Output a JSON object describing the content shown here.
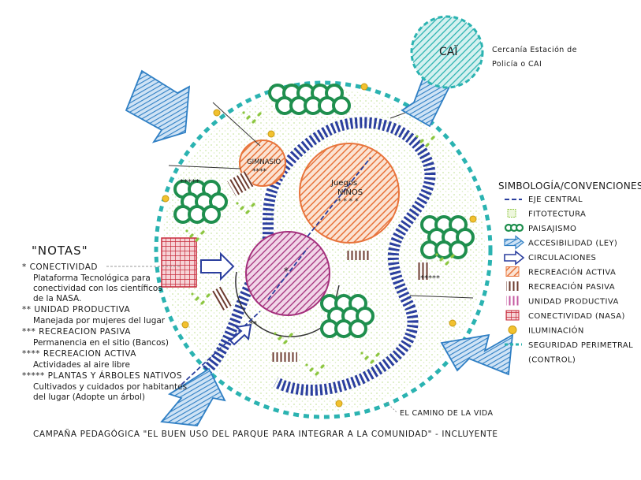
{
  "cai": {
    "label": "CAÏ",
    "note_lines": [
      "Cercanía Estación de",
      "Policía o CAI"
    ]
  },
  "zones": {
    "gimnasio": "GIMNASIO",
    "gimnasio_marks": "****",
    "juegos_line1": "Juegos",
    "juegos_line2": "NIÑOS",
    "juegos_marks": "* * * *",
    "stars_left": "*****",
    "stars_right": "*****",
    "center_marks": "*",
    "green_marks": "**"
  },
  "legend": {
    "title": "SIMBOLOGÍA/CONVENCIONES",
    "items": [
      {
        "label": "EJE CENTRAL",
        "icon": "axis-dash-icon"
      },
      {
        "label": "FITOTECTURA",
        "icon": "dots-square-icon"
      },
      {
        "label": "PAISAJISMO",
        "icon": "tree-clusters-icon"
      },
      {
        "label": "ACCESIBILIDAD (LEY)",
        "icon": "hatched-arrow-icon"
      },
      {
        "label": "CIRCULACIONES",
        "icon": "outline-arrow-icon"
      },
      {
        "label": "RECREACIÓN ACTIVA",
        "icon": "orange-hatch-icon"
      },
      {
        "label": "RECREACIÓN PASIVA",
        "icon": "brown-stripe-icon"
      },
      {
        "label": "UNIDAD PRODUCTIVA",
        "icon": "pink-stripe-icon"
      },
      {
        "label": "CONECTIVIDAD (NASA)",
        "icon": "red-grid-icon"
      },
      {
        "label": "ILUMINACIÓN",
        "icon": "yellow-dot-icon"
      },
      {
        "label": "SEGURIDAD PERIMETRAL",
        "icon": "teal-dash-icon"
      },
      {
        "label": "(CONTROL)",
        "icon": ""
      }
    ]
  },
  "notes": {
    "title": "\"NOTAS\"",
    "entries": [
      {
        "head": "* CONECTIVIDAD",
        "body": [
          "Plataforma Tecnológica para",
          "conectividad con los científicos",
          "de la NASA."
        ]
      },
      {
        "head": "** UNIDAD PRODUCTIVA",
        "body": [
          "Manejada por mujeres del lugar"
        ]
      },
      {
        "head": "*** RECREACION PASIVA",
        "body": [
          "Permanencia en el sitio (Bancos)"
        ]
      },
      {
        "head": "**** RECREACION ACTIVA",
        "body": [
          "Actividades al aire libre"
        ]
      },
      {
        "head": "***** PLANTAS Y ÁRBOLES NATIVOS",
        "body": [
          "Cultivados y cuidados por habitantes",
          "del lugar (Adopte un árbol)"
        ]
      }
    ]
  },
  "camino": "EL CAMINO DE LA VIDA",
  "caption": "CAMPAÑA PEDAGÓGICA \"EL BUEN USO DEL PARQUE PARA INTEGRAR A LA COMUNIDAD\" - INCLUYENTE",
  "colors": {
    "teal": "#2bb3b1",
    "navy": "#2b3f9e",
    "green": "#1f8f4e",
    "orange": "#e8743b",
    "magenta": "#a4307c",
    "brown": "#6b3a2e",
    "red": "#c72a3a",
    "yellow": "#f2c12e",
    "blue": "#2f7fc4",
    "lime": "#8cc63f"
  }
}
